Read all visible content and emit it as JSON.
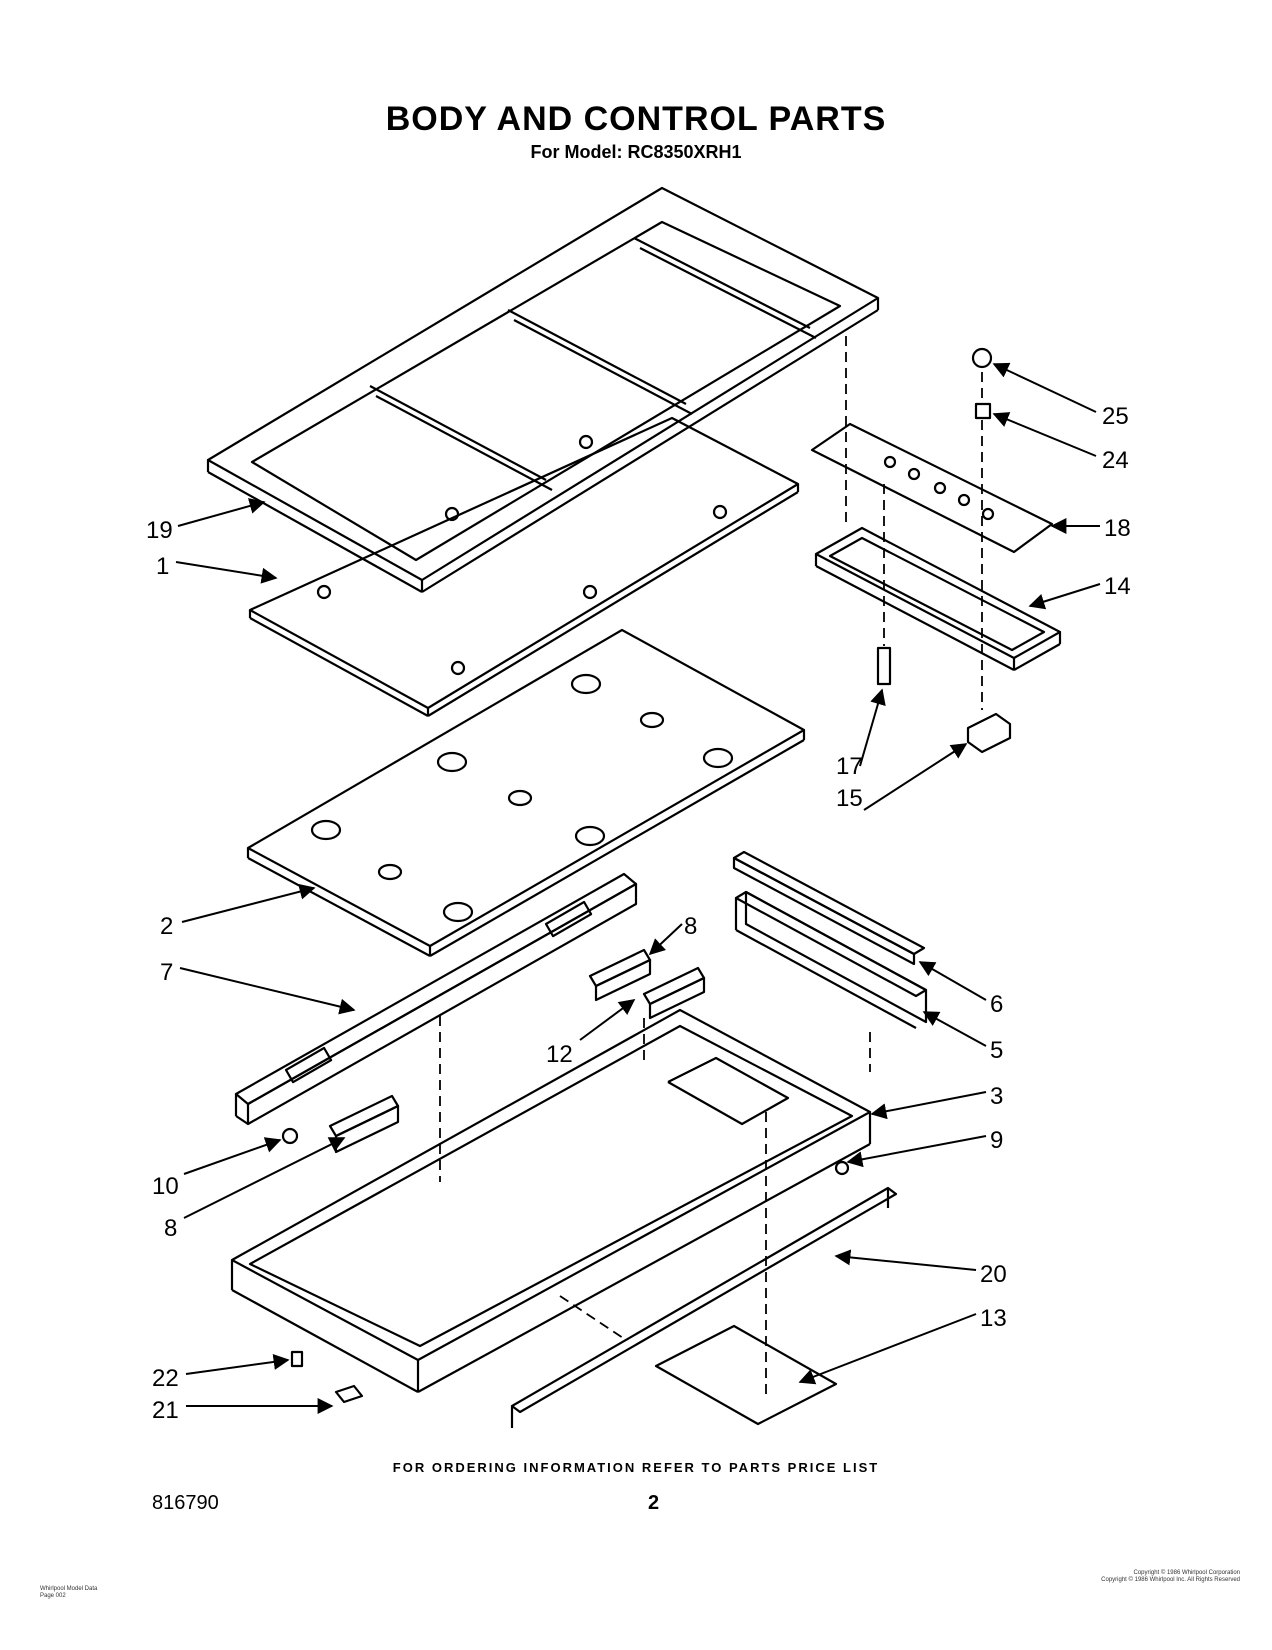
{
  "title": "BODY AND CONTROL PARTS",
  "subtitle": "For Model: RC8350XRH1",
  "footer_note": "FOR ORDERING INFORMATION REFER TO PARTS PRICE LIST",
  "document_number": "816790",
  "page_number": "2",
  "fine_print_left": [
    "Whirlpool Model Data",
    "Page 002"
  ],
  "fine_print_right": [
    "Copyright © 1986 Whirlpool Corporation",
    "Copyright © 1986 Whirlpool Inc. All Rights Reserved"
  ],
  "callouts": [
    {
      "id": "25",
      "label": "25"
    },
    {
      "id": "24",
      "label": "24"
    },
    {
      "id": "18",
      "label": "18"
    },
    {
      "id": "14",
      "label": "14"
    },
    {
      "id": "19",
      "label": "19"
    },
    {
      "id": "1",
      "label": "1"
    },
    {
      "id": "17",
      "label": "17"
    },
    {
      "id": "15",
      "label": "15"
    },
    {
      "id": "2",
      "label": "2"
    },
    {
      "id": "8a",
      "label": "8"
    },
    {
      "id": "6",
      "label": "6"
    },
    {
      "id": "7",
      "label": "7"
    },
    {
      "id": "5",
      "label": "5"
    },
    {
      "id": "12",
      "label": "12"
    },
    {
      "id": "3",
      "label": "3"
    },
    {
      "id": "9",
      "label": "9"
    },
    {
      "id": "10",
      "label": "10"
    },
    {
      "id": "8b",
      "label": "8"
    },
    {
      "id": "20",
      "label": "20"
    },
    {
      "id": "13",
      "label": "13"
    },
    {
      "id": "22",
      "label": "22"
    },
    {
      "id": "21",
      "label": "21"
    }
  ]
}
